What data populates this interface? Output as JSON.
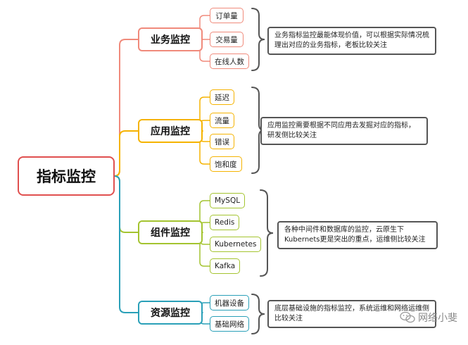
{
  "root": {
    "label": "指标监控"
  },
  "categories": [
    {
      "label": "业务监控",
      "color": "#f08a7b",
      "leaves": [
        "订单量",
        "交易量",
        "在线人数"
      ],
      "note": "业务指标监控最能体现价值，可以根据实际情况梳理出对应的业务指标，老板比较关注"
    },
    {
      "label": "应用监控",
      "color": "#f5b301",
      "leaves": [
        "延迟",
        "流量",
        "错误",
        "饱和度"
      ],
      "note": "应用监控需要根据不同应用去发掘对应的指标，研发侧比较关注"
    },
    {
      "label": "组件监控",
      "color": "#a4c430",
      "leaves": [
        "MySQL",
        "Redis",
        "Kubernetes",
        "Kafka"
      ],
      "note": "各种中间件和数据库的监控，云原生下Kubernets更是突出的重点，运维侧比较关注"
    },
    {
      "label": "资源监控",
      "color": "#2aa0b8",
      "leaves": [
        "机器设备",
        "基础网络"
      ],
      "note": "底层基础设施的指标监控，系统运维和网络运维侧比较关注"
    }
  ],
  "watermark": {
    "text": "网络小斐",
    "icon": "wechat-icon"
  },
  "colors": {
    "root_border": "#e0504f",
    "brace": "#555555",
    "note_border": "#555555"
  }
}
